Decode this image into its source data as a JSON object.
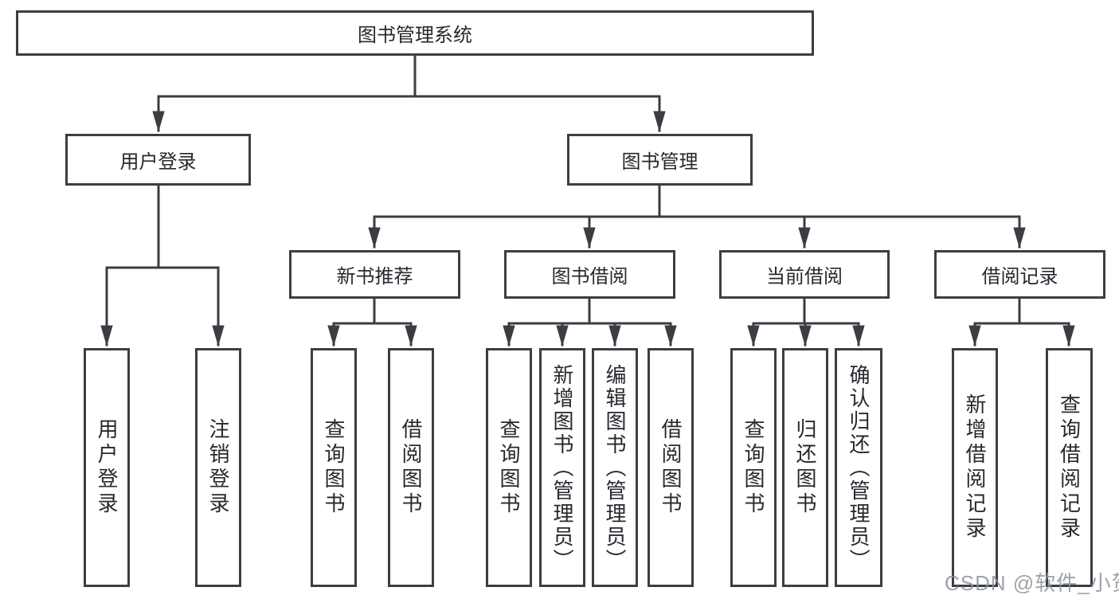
{
  "root": {
    "label": "图书管理系统"
  },
  "level2": {
    "user_login": "用户登录",
    "book_mgmt": "图书管理"
  },
  "level3": {
    "new_book_rec": "新书推荐",
    "book_borrow": "图书借阅",
    "current_borrow": "当前借阅",
    "borrow_records": "借阅记录"
  },
  "leaves": {
    "user_login": [
      "用户登录",
      "注销登录"
    ],
    "new_book_rec": [
      "查询图书",
      "借阅图书"
    ],
    "book_borrow": [
      "查询图书",
      "新增图书（管理员）",
      "编辑图书（管理员）",
      "借阅图书"
    ],
    "current_borrow": [
      "查询图书",
      "归还图书",
      "确认归还（管理员）"
    ],
    "borrow_records": [
      "新增借阅记录",
      "查询借阅记录"
    ]
  },
  "watermark": "CSDN @软件_小贺同学",
  "colors": {
    "line": "#3a3d42",
    "box_border": "#3b3e44",
    "text": "#26292e",
    "watermark": "#8e9399",
    "background": "#ffffff"
  }
}
